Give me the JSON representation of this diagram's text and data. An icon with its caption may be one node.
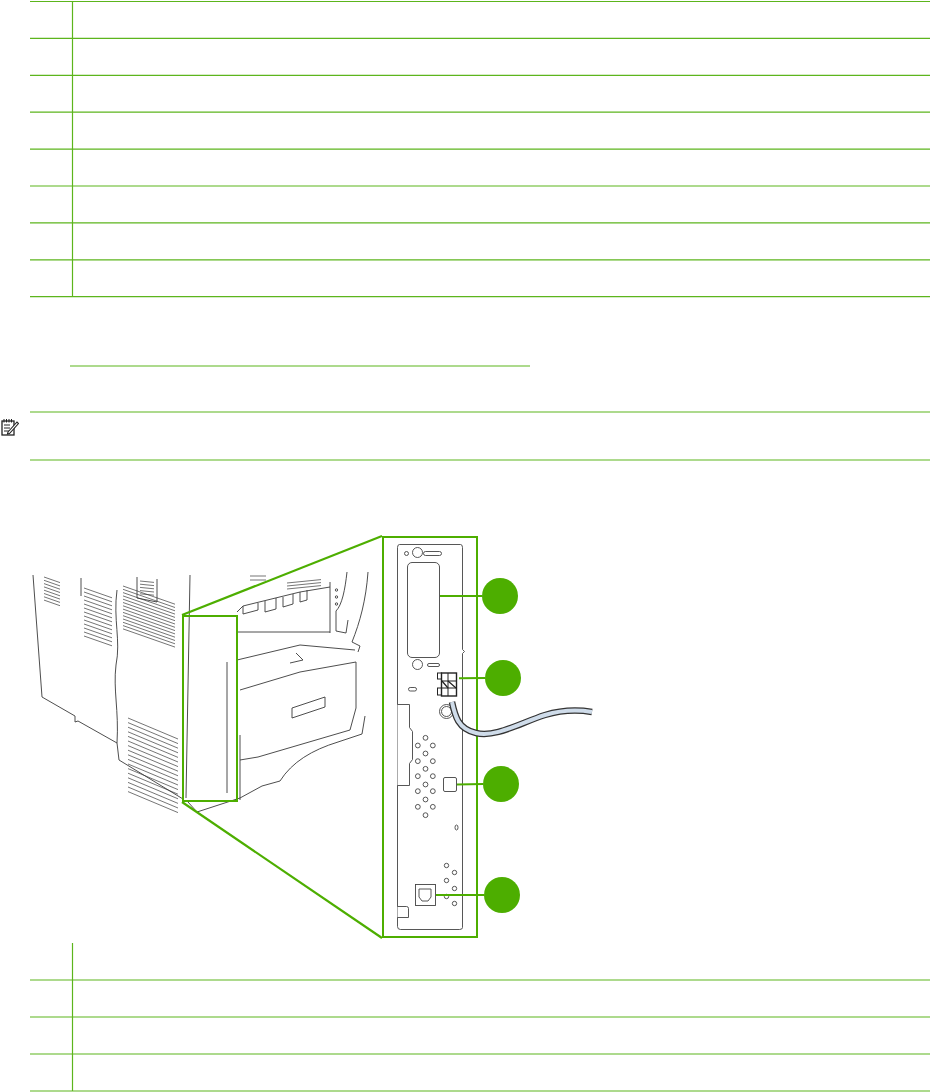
{
  "diagram": {
    "nodes": [
      {
        "text": [],
        "shape": "box"
      },
      {
        "text": [],
        "shape": "box"
      },
      {
        "text": [],
        "shape": "box",
        "in": 1
      },
      {
        "text": [],
        "shape": "picture",
        "in": 1
      },
      {
        "text": [],
        "shape": "box",
        "in": 1
      },
      {
        "text": [],
        "shape": "picture",
        "in": 1
      },
      {
        "text": [],
        "shape": "circle"
      },
      {
        "text": [],
        "shape": "circle"
      },
      {
        "text": [],
        "shape": "circle"
      },
      {
        "text": [],
        "shape": "circle"
      }
    ],
    "edges": [
      {
        "from": 0,
        "to": 1,
        "arrow": "none"
      },
      {
        "from": 0,
        "to": 1,
        "arrow": "none"
      },
      {
        "from": 6,
        "to": 2,
        "arrow": "none"
      },
      {
        "from": 7,
        "to": 3,
        "arrow": "none"
      },
      {
        "from": 8,
        "to": 4,
        "arrow": "none"
      },
      {
        "from": 9,
        "to": 5,
        "arrow": "none"
      }
    ]
  }
}
